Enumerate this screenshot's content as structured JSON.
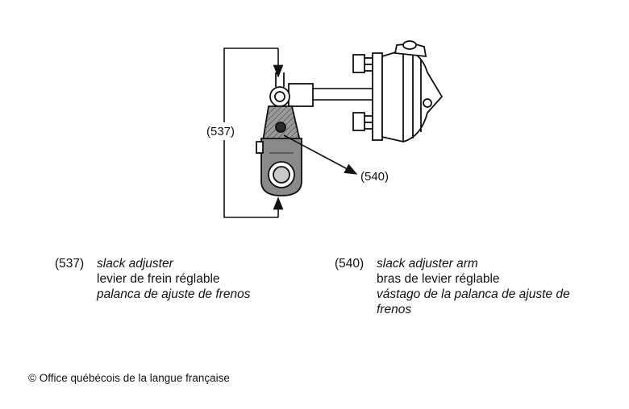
{
  "diagram": {
    "callouts": [
      {
        "code": "(537)"
      },
      {
        "code": "(540)"
      }
    ]
  },
  "legend": [
    {
      "code": "(537)",
      "en": "slack adjuster",
      "fr": "levier de frein réglable",
      "es": "palanca de ajuste de frenos"
    },
    {
      "code": "(540)",
      "en": "slack adjuster arm",
      "fr": "bras de levier réglable",
      "es_line1": "vástago de la palanca de ajuste de",
      "es_line2": "frenos"
    }
  ],
  "copyright": "© Office québécois de la langue française",
  "colors": {
    "ink": "#111111",
    "arm_shading": "#8a8a8a",
    "arm_dark": "#3a3a3a",
    "background": "#ffffff"
  }
}
